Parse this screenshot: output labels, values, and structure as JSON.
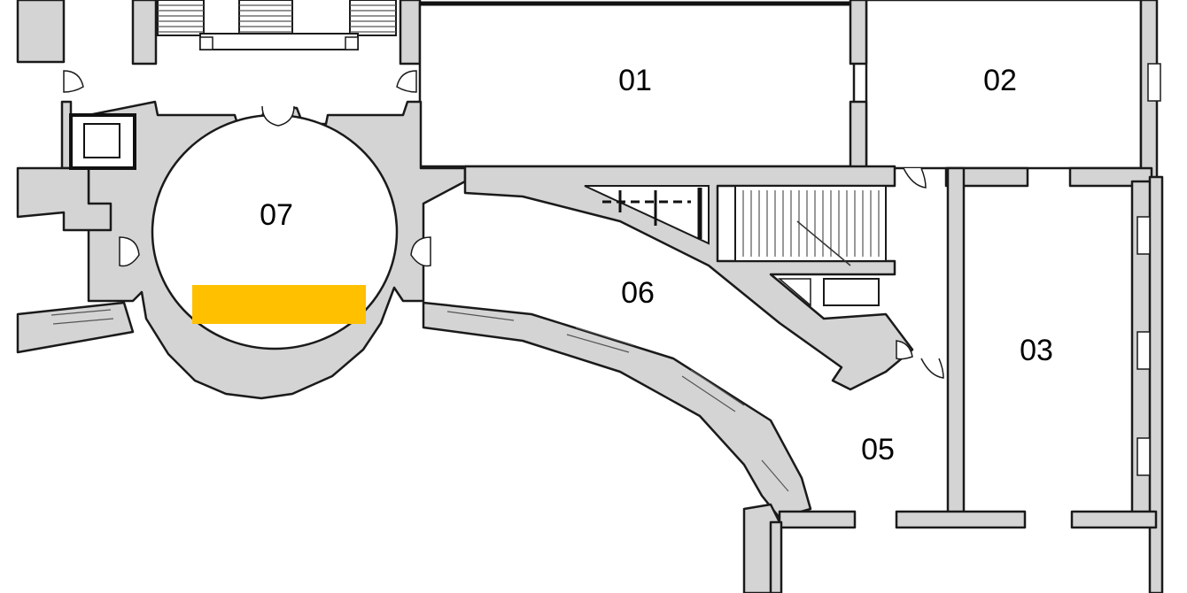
{
  "floor_plan": {
    "rooms": [
      {
        "id": "room-01",
        "label": "01"
      },
      {
        "id": "room-02",
        "label": "02"
      },
      {
        "id": "room-03",
        "label": "03"
      },
      {
        "id": "room-05",
        "label": "05"
      },
      {
        "id": "room-06",
        "label": "06"
      },
      {
        "id": "room-07",
        "label": "07"
      }
    ],
    "highlight_marker": {
      "color": "#FFC000",
      "room": "07"
    }
  }
}
